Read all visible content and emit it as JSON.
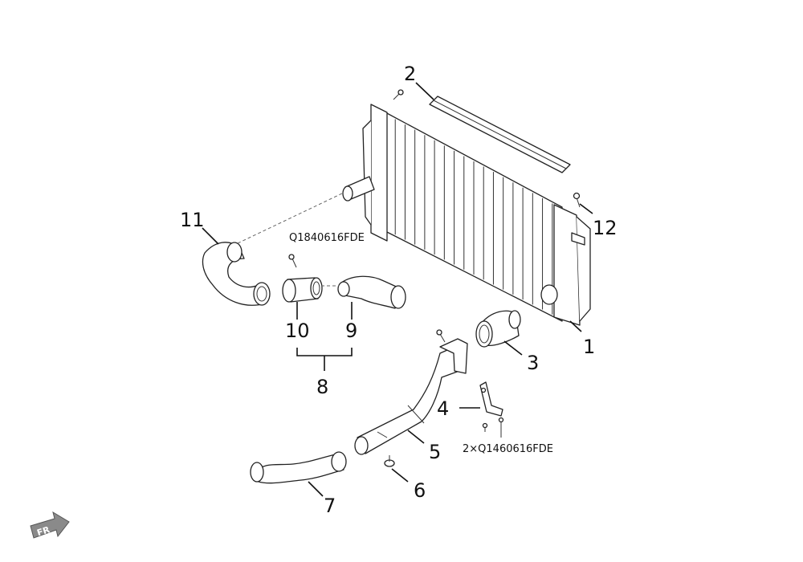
{
  "callouts": {
    "c1": "1",
    "c2": "2",
    "c3": "3",
    "c4": "4",
    "c5": "5",
    "c6": "6",
    "c7": "7",
    "c8": "8",
    "c9": "9",
    "c10": "10",
    "c11": "11",
    "c12": "12"
  },
  "fastener_codes": {
    "bolt_clamp": "Q1840616FDE",
    "bracket_bolts": "2×Q1460616FDE"
  },
  "orientation_badge": "FR"
}
